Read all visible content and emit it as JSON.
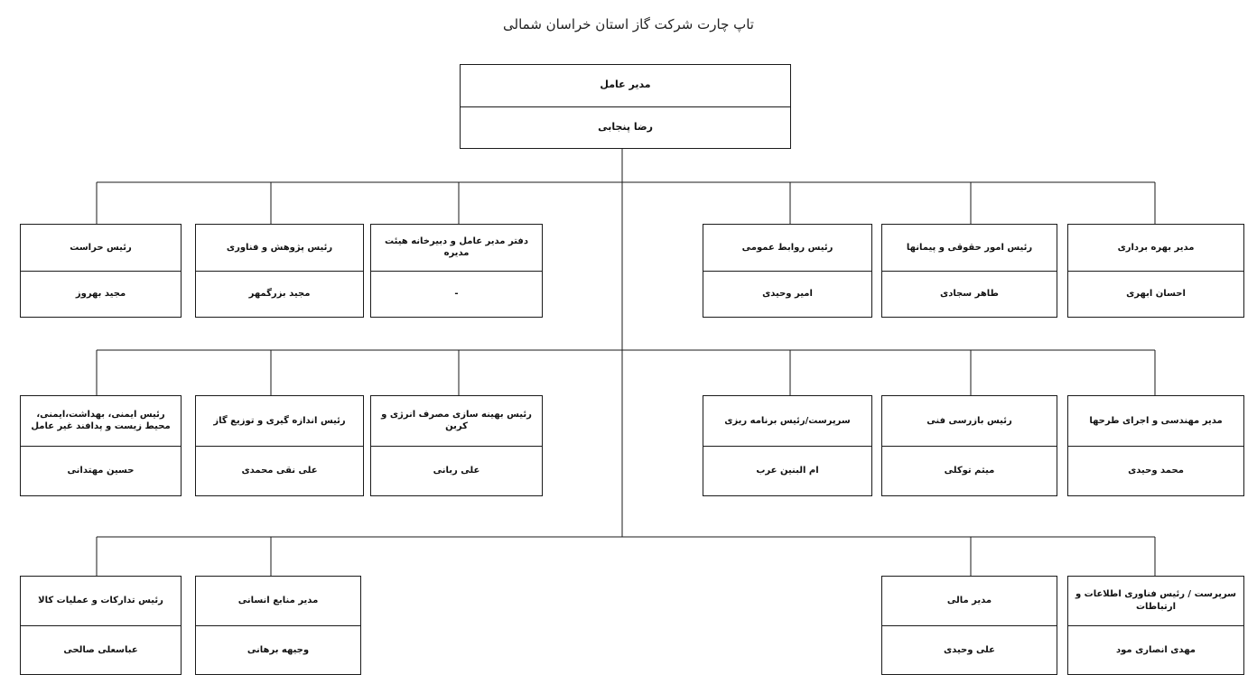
{
  "title": "تاپ چارت شرکت گاز استان خراسان شمالی",
  "chart_data": {
    "type": "org-chart",
    "root": {
      "role": "مدیر عامل",
      "person": "رضا پنجابی"
    },
    "rows": [
      [
        {
          "role": "رئیس حراست",
          "person": "مجید بهروز"
        },
        {
          "role": "رئیس پژوهش و فناوری",
          "person": "مجید بزرگمهر"
        },
        {
          "role": "دفتر مدیر عامل و دبیرخانه هیئت مدیره",
          "person": "-"
        },
        {
          "role": "رئیس روابط عمومی",
          "person": "امیر وحیدی"
        },
        {
          "role": "رئیس امور حقوقی و پیمانها",
          "person": "طاهر سجادی"
        },
        {
          "role": "مدیر بهره برداری",
          "person": "احسان ابهری"
        }
      ],
      [
        {
          "role": "رئیس ایمنی، بهداشت،ایمنی، محیط زیست و پدافند غیر عامل",
          "person": "حسین مهتدانی"
        },
        {
          "role": "رئیس اندازه گیری و توزیع گاز",
          "person": "علی نقی محمدی"
        },
        {
          "role": "رئیس بهینه سازی مصرف انرژی و کربن",
          "person": "علی ربانی"
        },
        {
          "role": "سرپرست/رئیس برنامه ریزی",
          "person": "ام البنین عرب"
        },
        {
          "role": "رئیس بازرسی فنی",
          "person": "میثم توکلی"
        },
        {
          "role": "مدیر مهندسی و اجرای طرحها",
          "person": "محمد وحیدی"
        }
      ],
      [
        {
          "role": "رئیس تدارکات و عملیات کالا",
          "person": "عباسعلی صالحی"
        },
        {
          "role": "مدیر منابع انسانی",
          "person": "وجیهه برهانی"
        },
        {
          "role": "مدیر مالی",
          "person": "علی وحیدی"
        },
        {
          "role": "سرپرست / رئیس فناوری اطلاعات و ارتباطات",
          "person": "مهدی انصاری مود"
        }
      ]
    ]
  }
}
